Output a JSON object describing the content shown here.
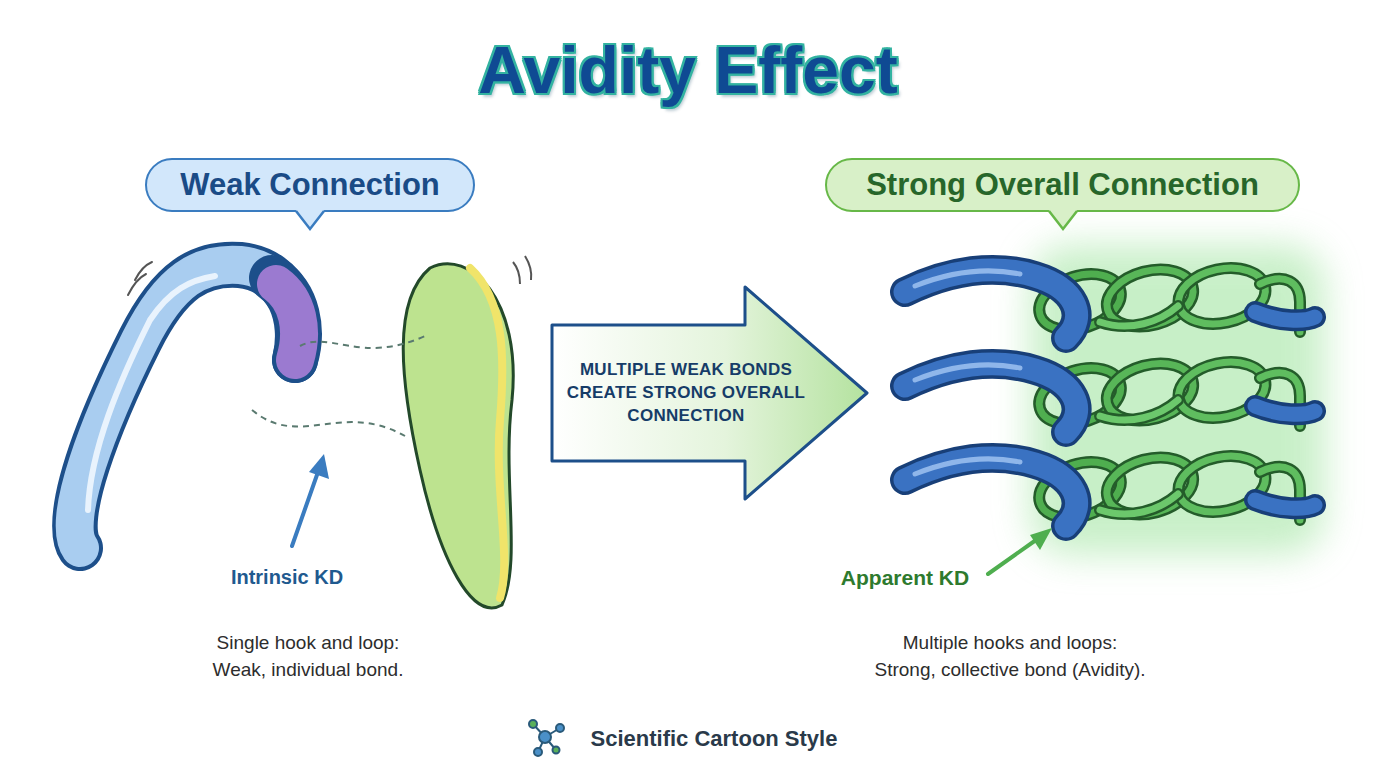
{
  "diagram": {
    "title": "Avidity Effect",
    "nodes": [
      {
        "text": [
          "Weak Connection"
        ]
      },
      {
        "text": [
          "Strong Overall Connection"
        ]
      },
      {
        "text": [
          "MULTIPLE WEAK BONDS CREATE STRONG OVERALL CONNECTION"
        ]
      }
    ],
    "labels": [
      "Intrinsic KD",
      "Apparent KD",
      "Single hook and loop: Weak, individual bond.",
      "Multiple hooks and loops: Strong, collective bond (Avidity).",
      "Scientific Cartoon Style"
    ]
  }
}
